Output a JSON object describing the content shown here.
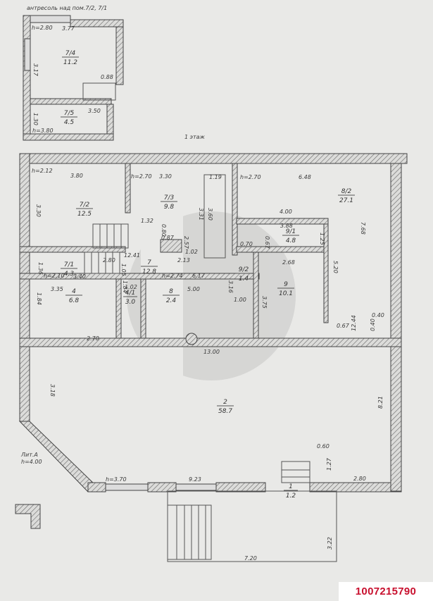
{
  "plan": {
    "mezzanine_title": "антресоль над пом.7/2, 7/1",
    "floor_title": "1 этаж",
    "building_label": "Лит.А",
    "building_height": "h=4.00",
    "rooms": [
      {
        "num": "7/4",
        "area": "11.2"
      },
      {
        "num": "7/5",
        "area": "4.5"
      },
      {
        "num": "7/2",
        "area": "12.5"
      },
      {
        "num": "7/3",
        "area": "9.8"
      },
      {
        "num": "7/1",
        "area": "4.3"
      },
      {
        "num": "7",
        "area": "12.8"
      },
      {
        "num": "4",
        "area": "6.8"
      },
      {
        "num": "4/1",
        "area": "3.0"
      },
      {
        "num": "8",
        "area": "2.4"
      },
      {
        "num": "9/1",
        "area": "4.8"
      },
      {
        "num": "9/2",
        "area": "1.4"
      },
      {
        "num": "9",
        "area": "10.1"
      },
      {
        "num": "8/2",
        "area": "27.1"
      },
      {
        "num": "2",
        "area": "58.7"
      },
      {
        "num": "1",
        "area": "1.2"
      }
    ],
    "dimensions": [
      "3.77",
      "3.17",
      "0.88",
      "3.50",
      "1.30",
      "h=3.80",
      "h=2.80",
      "3.80",
      "3.30",
      "1.19",
      "6.48",
      "3.30",
      "h=2.12",
      "h=2.70",
      "h=2.70",
      "3.31",
      "3.60",
      "1.32",
      "0.80",
      "0.87",
      "2.57",
      "1.02",
      "2.13",
      "2.80",
      "12.41",
      "1.05",
      "1.36",
      "3.40",
      "h=2.10",
      "h=2.74",
      "6.17",
      "4.00",
      "3.88",
      "1.25",
      "0.70",
      "0.67",
      "2.68",
      "5.20",
      "7.68",
      "3.35",
      "1.02",
      "5.00",
      "1.84",
      "1.84",
      "1.00",
      "3.16",
      "3.75",
      "2.70",
      "13.00",
      "3.18",
      "8.21",
      "0.60",
      "9.23",
      "h=3.70",
      "2.80",
      "1.27",
      "3.22",
      "7.20",
      "0.40",
      "0.67",
      "12.44",
      "0.40"
    ]
  },
  "listing_id": "1007215790",
  "colors": {
    "id_text": "#c8102e",
    "paper": "#e9e9e7",
    "ink": "#444444"
  }
}
